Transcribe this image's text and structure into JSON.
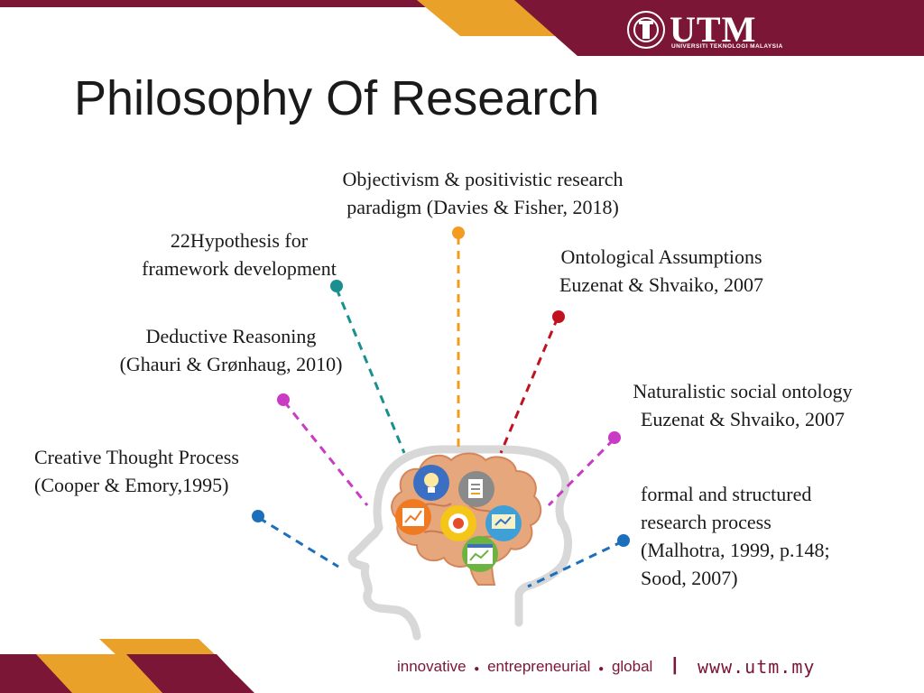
{
  "slide": {
    "title": "Philosophy Of Research"
  },
  "logo": {
    "name": "UTM",
    "subtitle": "UNIVERSITI TEKNOLOGI MALAYSIA"
  },
  "diagram": {
    "objectivism": {
      "line1": "Objectivism & positivistic research",
      "line2": "paradigm  (Davies & Fisher, 2018)"
    },
    "hypothesis": {
      "line1": "22Hypothesis for",
      "line2": "framework development"
    },
    "ontological": {
      "line1": "Ontological Assumptions",
      "line2": "Euzenat & Shvaiko, 2007"
    },
    "deductive": {
      "line1": "Deductive Reasoning",
      "line2": "(Ghauri & Grønhaug, 2010)"
    },
    "naturalistic": {
      "line1": "Naturalistic social ontology",
      "line2": "Euzenat & Shvaiko, 2007"
    },
    "creative": {
      "line1": "Creative Thought Process",
      "line2": "(Cooper & Emory,1995)"
    },
    "formal": {
      "line1": "formal and structured",
      "line2": "research process",
      "line3": "(Malhotra, 1999, p.148;",
      "line4": "Sood, 2007)"
    }
  },
  "footer": {
    "innovative": "innovative",
    "entrepreneurial": "entrepreneurial",
    "global": "global",
    "bullet": "●",
    "divider": "|",
    "url": "www.utm.my"
  },
  "colors": {
    "maroon": "#7b1636",
    "gold": "#e9a12a",
    "orange": "#f39c1f",
    "teal": "#1a8f8f",
    "red": "#c1121f",
    "magenta": "#c93bc4",
    "blue": "#1c6fba"
  }
}
